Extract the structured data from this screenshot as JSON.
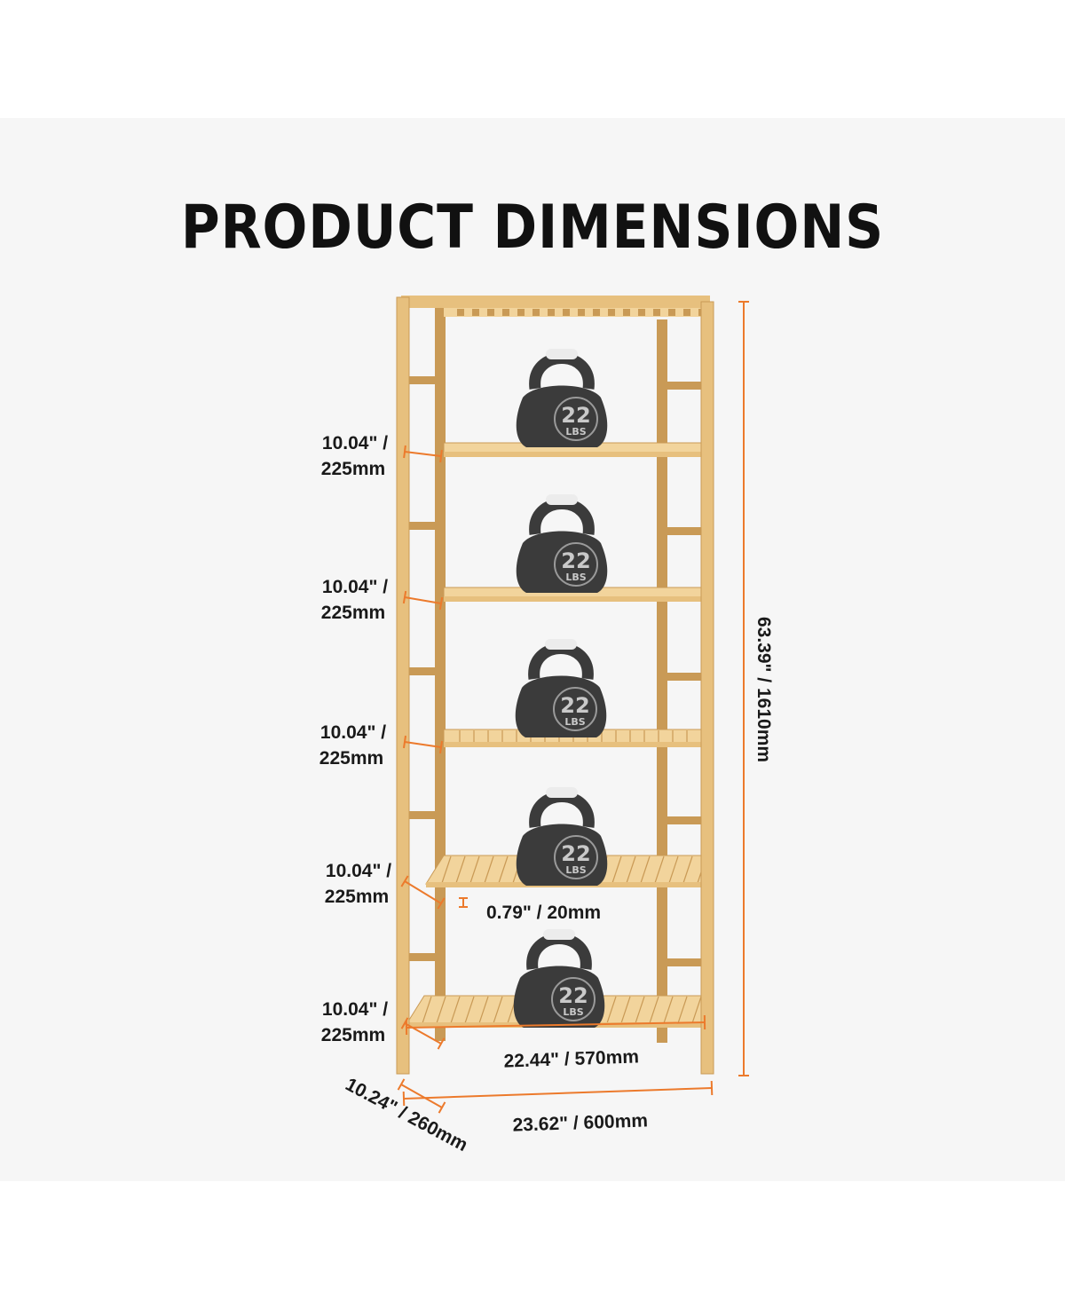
{
  "title": "PRODUCT DIMENSIONS",
  "colors": {
    "background": "#f6f6f6",
    "wood": "#e7c07e",
    "wood_dark": "#c99a56",
    "dimension_line": "#ec7a2c",
    "kettlebell": "#3b3b3b",
    "handle": "#ececec",
    "text": "#1a1a1a"
  },
  "kettlebell": {
    "weight": "22",
    "unit": "LBS"
  },
  "dimensions": {
    "height": "63.39\" / 1610mm",
    "width_outer": "23.62\" / 600mm",
    "width_inner": "22.44\" / 570mm",
    "depth": "10.24\" / 260mm",
    "slat_thickness": "0.79\" / 20mm",
    "shelf_gaps": [
      {
        "line1": "10.04\" /",
        "line2": "225mm"
      },
      {
        "line1": "10.04\" /",
        "line2": "225mm"
      },
      {
        "line1": "10.04\" /",
        "line2": "225mm"
      },
      {
        "line1": "10.04\" /",
        "line2": "225mm"
      },
      {
        "line1": "10.04\" /",
        "line2": "225mm"
      }
    ]
  }
}
